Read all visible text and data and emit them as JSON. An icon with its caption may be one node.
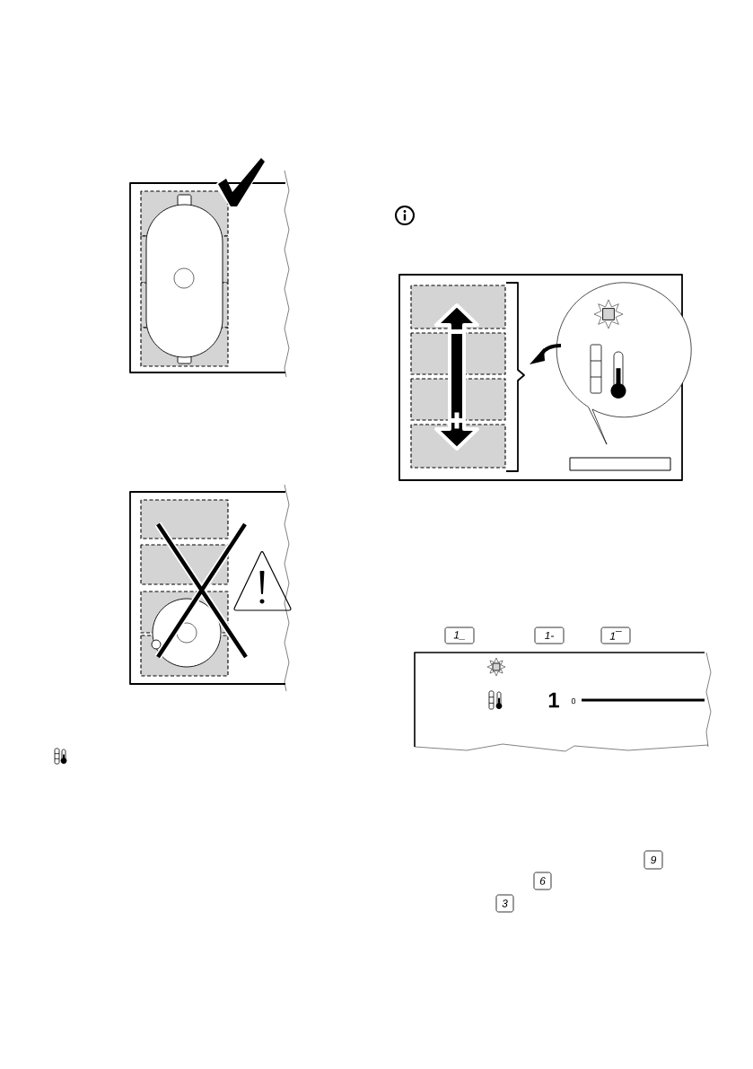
{
  "diagram": {
    "labels": [
      "1_",
      "1-",
      "1¯",
      "1",
      "0",
      "9",
      "6",
      "3"
    ]
  }
}
